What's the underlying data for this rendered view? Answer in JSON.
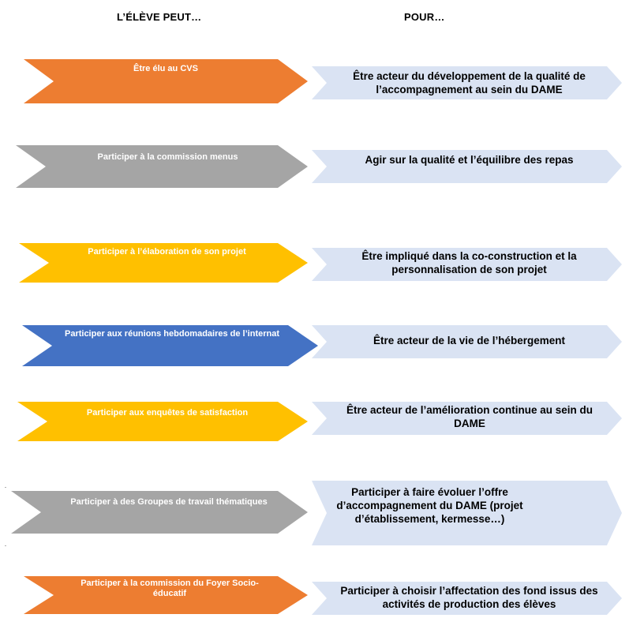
{
  "headers": {
    "left": "L’ÉLÈVE PEUT…",
    "right": "POUR…"
  },
  "colors": {
    "orange": "#ED7D31",
    "gray": "#A5A5A5",
    "yellow": "#FFC000",
    "blue": "#4472C4",
    "light_blue": "#DAE3F3"
  },
  "rows": [
    {
      "action": "Être élu au CVS",
      "action_color": "#ED7D31",
      "purpose": "Être acteur du développement de la qualité de l’accompagnement au sein du DAME"
    },
    {
      "action": "Participer à la commission menus",
      "action_color": "#A5A5A5",
      "purpose": "Agir sur la qualité et l’équilibre des repas"
    },
    {
      "action": "Participer à l’élaboration de son projet",
      "action_color": "#FFC000",
      "purpose": "Être impliqué dans la co-construction et la personnalisation de son projet"
    },
    {
      "action": "Participer aux réunions hebdomadaires de l’internat",
      "action_color": "#4472C4",
      "purpose": "Être acteur de la vie de l’hébergement"
    },
    {
      "action": "Participer aux enquêtes de satisfaction",
      "action_color": "#FFC000",
      "purpose": "Être acteur de l’amélioration continue au sein du DAME"
    },
    {
      "action": "Participer à des Groupes de travail thématiques",
      "action_color": "#A5A5A5",
      "purpose": "Participer à faire évoluer l’offre d’accompagnement du DAME (projet d’établissement, kermesse…)"
    },
    {
      "action": "Participer à la commission du Foyer Socio-éducatif",
      "action_color": "#ED7D31",
      "purpose": "Participer à choisir l’affectation des fond issus des activités de production des élèves"
    }
  ]
}
